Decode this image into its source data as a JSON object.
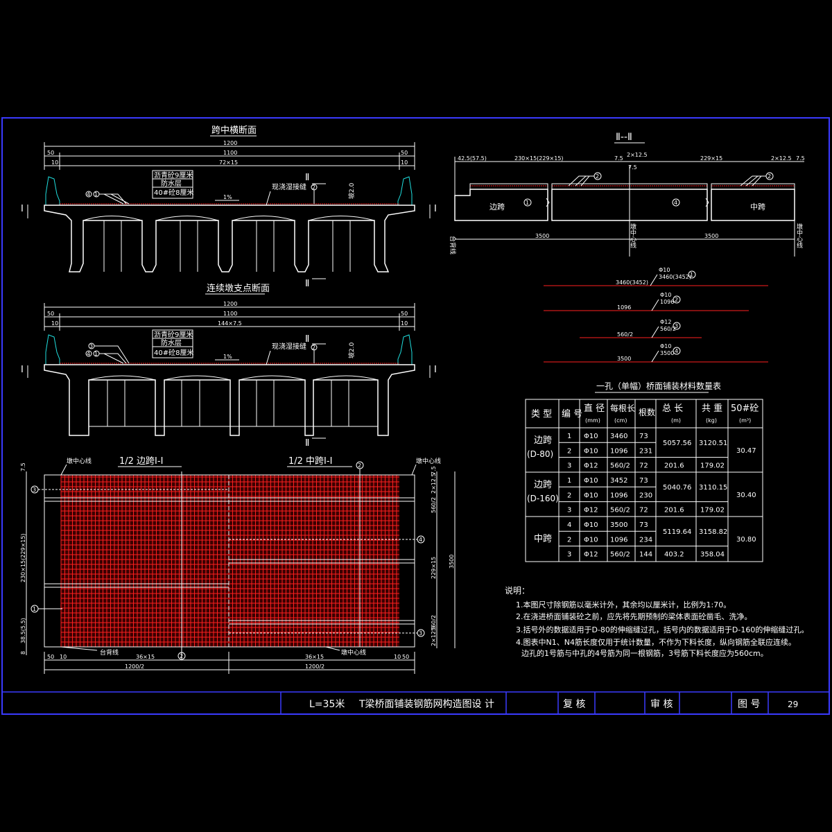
{
  "titles": {
    "mid_section": "跨中横断面",
    "pier_section": "连续墩支点断面",
    "section_II": "Ⅱ--Ⅱ",
    "half_side": "1/2 边跨Ⅰ-Ⅰ",
    "half_mid": "1/2 中跨Ⅰ-Ⅰ",
    "table_title": "一孔（单幅）桥面铺装材料数量表"
  },
  "layers": {
    "asphalt": "沥青砼9厘米",
    "waterproof": "防水层",
    "concrete": "40#砼8厘米",
    "joint": "现浇湿接缝",
    "slope": "1%",
    "gradient": "坡2.0"
  },
  "dims": {
    "total": "1200",
    "inner": "1100",
    "edge": "50",
    "ten": "10",
    "mid_grid": "72×15",
    "pier_grid": "144×7.5",
    "ii_left": "42.5(57.5)",
    "ii_a": "230×15(229×15)",
    "ii_b": "7.5",
    "ii_c": "2×12.5",
    "ii_d": "229×15",
    "ii_e": "2×12.5",
    "ii_f": "7.5",
    "ii_g": "7.5",
    "ii_span1": "3500",
    "ii_span2": "3500",
    "plan_v1": "7.5",
    "plan_v2": "230×15(229×15)",
    "plan_v3": "38.5(5.5)",
    "plan_v4": "8",
    "plan_r1": "2×12.5",
    "plan_r2": "560/2",
    "plan_r3": "229×15",
    "plan_r4": "3500",
    "plan_r5": "560/2",
    "plan_r6": "2×12.5",
    "plan_r7": "7.5",
    "plan_b1": "36×15",
    "plan_b2": "36×15",
    "plan_b3": "1200/2",
    "plan_b4": "1200/2",
    "plan_b5": "50",
    "plan_b6": "10",
    "plan_b7": "10",
    "plan_b8": "50"
  },
  "labels": {
    "side_span": "边跨",
    "mid_span": "中跨",
    "pier_center": "墩中心线",
    "abutment": "台背线",
    "pier_center_v1": "墩中心线",
    "pier_center_v2": "墩中心线",
    "abut_v": "台背线",
    "section_I": "Ⅰ",
    "section_II_mark": "Ⅱ"
  },
  "bars": [
    {
      "len": "3460(3452)",
      "spec": "Φ10",
      "detail": "3460(3452)",
      "no": "1"
    },
    {
      "len": "1096",
      "spec": "Φ10",
      "detail": "1096",
      "no": "2"
    },
    {
      "len": "560/2",
      "spec": "Φ12",
      "detail": "560/2",
      "no": "3"
    },
    {
      "len": "3500",
      "spec": "Φ10",
      "detail": "3500",
      "no": "4"
    }
  ],
  "table": {
    "headers": [
      "类 型",
      "编 号",
      "直 径",
      "每根长",
      "根数",
      "总 长",
      "共 重",
      "50#砼"
    ],
    "units": [
      "(mm)",
      "(cm)",
      "(m)",
      "(kg)",
      "(m³)"
    ],
    "groups": [
      {
        "type": "边跨",
        "sub": "(D-80)",
        "rows": [
          {
            "no": "1",
            "dia": "Φ10",
            "len": "3460",
            "cnt": "73"
          },
          {
            "no": "2",
            "dia": "Φ10",
            "len": "1096",
            "cnt": "231"
          },
          {
            "no": "3",
            "dia": "Φ12",
            "len": "560/2",
            "cnt": "72"
          }
        ],
        "total_a": "5057.56",
        "weight_a": "3120.51",
        "total_b": "201.6",
        "weight_b": "179.02",
        "conc": "30.47"
      },
      {
        "type": "边跨",
        "sub": "(D-160)",
        "rows": [
          {
            "no": "1",
            "dia": "Φ10",
            "len": "3452",
            "cnt": "73"
          },
          {
            "no": "2",
            "dia": "Φ10",
            "len": "1096",
            "cnt": "230"
          },
          {
            "no": "3",
            "dia": "Φ12",
            "len": "560/2",
            "cnt": "72"
          }
        ],
        "total_a": "5040.76",
        "weight_a": "3110.15",
        "total_b": "201.6",
        "weight_b": "179.02",
        "conc": "30.40"
      },
      {
        "type": "中跨",
        "sub": "",
        "rows": [
          {
            "no": "4",
            "dia": "Φ10",
            "len": "3500",
            "cnt": "73"
          },
          {
            "no": "2",
            "dia": "Φ10",
            "len": "1096",
            "cnt": "234"
          },
          {
            "no": "3",
            "dia": "Φ12",
            "len": "560/2",
            "cnt": "144"
          }
        ],
        "total_a": "5119.64",
        "weight_a": "3158.82",
        "total_b": "403.2",
        "weight_b": "358.04",
        "conc": "30.80"
      }
    ]
  },
  "notes": {
    "heading": "说明：",
    "items": [
      "1.本图尺寸除钢筋以毫米计外，其余均以厘米计，比例为1:70。",
      "2.在浇进桥面铺装砼之前，应先将先期预制的梁体表面砼凿毛、洗净。",
      "3.括号外的数据适用于D-80的伸缩缝过孔，括号内的数据适用于D-160的伸缩缝过孔。",
      "4.图表中N1、N4筋长度仅用于统计数量，不作为下料长度，纵向钢筋全联应连续。",
      "边孔的1号筋与中孔的4号筋为同一根钢筋，3号筋下料长度应为560cm。"
    ]
  },
  "title_block": {
    "project": "L=35米",
    "drawing": "T梁桥面铺装钢筋网构造图设 计",
    "review": "复 核",
    "approve": "审 核",
    "fig_label": "图 号",
    "fig_no": "29"
  },
  "colors": {
    "line": "#ffffff",
    "rebar": "#ff2020",
    "barrier": "#20e0e0",
    "frame": "#3a3aff",
    "background": "#000000"
  }
}
